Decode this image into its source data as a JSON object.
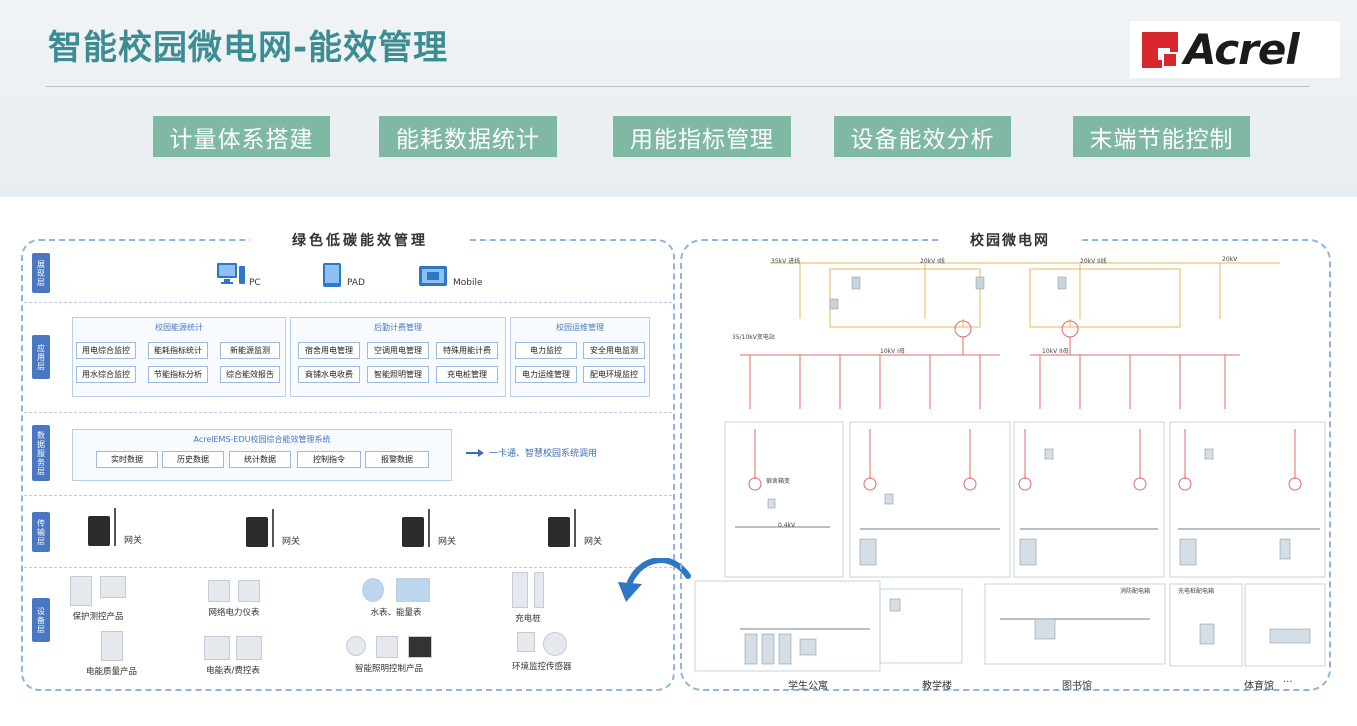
{
  "header": {
    "title": "智能校园微电网-能效管理",
    "logo_text": "Acrel"
  },
  "tabs": [
    "计量体系搭建",
    "能耗数据统计",
    "用能指标管理",
    "设备能效分析",
    "末端节能控制"
  ],
  "colors": {
    "title": "#3c8c93",
    "tab_bg": "#7fb9a3",
    "layer_tag": "#4a77c4",
    "dashed_border": "#8fb4df",
    "logo_red": "#d8282d"
  },
  "left_panel": {
    "title": "绿色低碳能效管理",
    "layers": {
      "presentation": "展现层",
      "application": "应用层",
      "data_service": "数据服务层",
      "transport": "传输层",
      "device": "设备层"
    },
    "terminals": [
      "PC",
      "PAD",
      "Mobile"
    ],
    "groups": [
      {
        "title": "校园能源统计",
        "items": [
          "用电综合监控",
          "能耗指标统计",
          "新能源监测",
          "用水综合监控",
          "节能指标分析",
          "综合能效报告"
        ]
      },
      {
        "title": "后勤计费管理",
        "items": [
          "宿舍用电管理",
          "空调用电管理",
          "特殊用能计费",
          "商铺水电收费",
          "智能照明管理",
          "充电桩管理"
        ]
      },
      {
        "title": "校园运维管理",
        "items": [
          "电力监控",
          "安全用电监测",
          "电力运维管理",
          "配电环境监控"
        ]
      }
    ],
    "system": {
      "title": "AcrelEMS-EDU校园综合能效管理系统",
      "items": [
        "实时数据",
        "历史数据",
        "统计数据",
        "控制指令",
        "报警数据"
      ],
      "note": "一卡通、智慧校园系统调用"
    },
    "gateway_label": "网关",
    "products": [
      "保护测控产品",
      "网络电力仪表",
      "水表、能量表",
      "充电桩",
      "电能质量产品",
      "电能表/费控表",
      "智能照明控制产品",
      "环境监控传感器"
    ]
  },
  "right_panel": {
    "title": "校园微电网",
    "labels": {
      "incoming_35kv": "35kV 进线",
      "incoming_20kv_1": "20kV I线",
      "incoming_20kv_2": "20kV II线",
      "incoming_20kv_3": "20kV",
      "substation": "35/10kV变电站",
      "bus_1": "10kV I母",
      "bus_2": "10kV II母",
      "dorm_transformer": "宿舍箱变",
      "lv": "0.4kV",
      "emergency_panel": "消防配电箱",
      "ev_panel": "充电桩配电箱"
    },
    "buildings": [
      "学生公寓",
      "教学楼",
      "图书馆",
      "体育馆"
    ],
    "ellipsis": "···"
  }
}
